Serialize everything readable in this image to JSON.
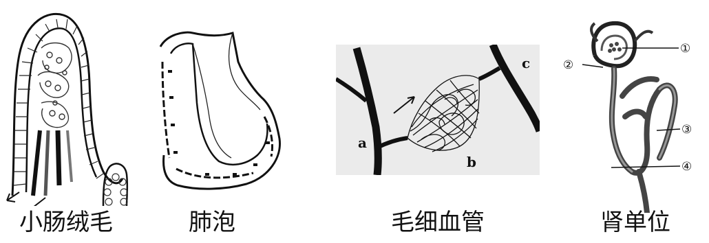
{
  "captions": {
    "villus": "小肠绒毛",
    "alveolus": "肺泡",
    "capillary": "毛细血管",
    "nephron": "肾单位"
  },
  "capillary_labels": {
    "a": "a",
    "b": "b",
    "c": "c"
  },
  "nephron_labels": {
    "n1": "①",
    "n2": "②",
    "n3": "③",
    "n4": "④"
  }
}
